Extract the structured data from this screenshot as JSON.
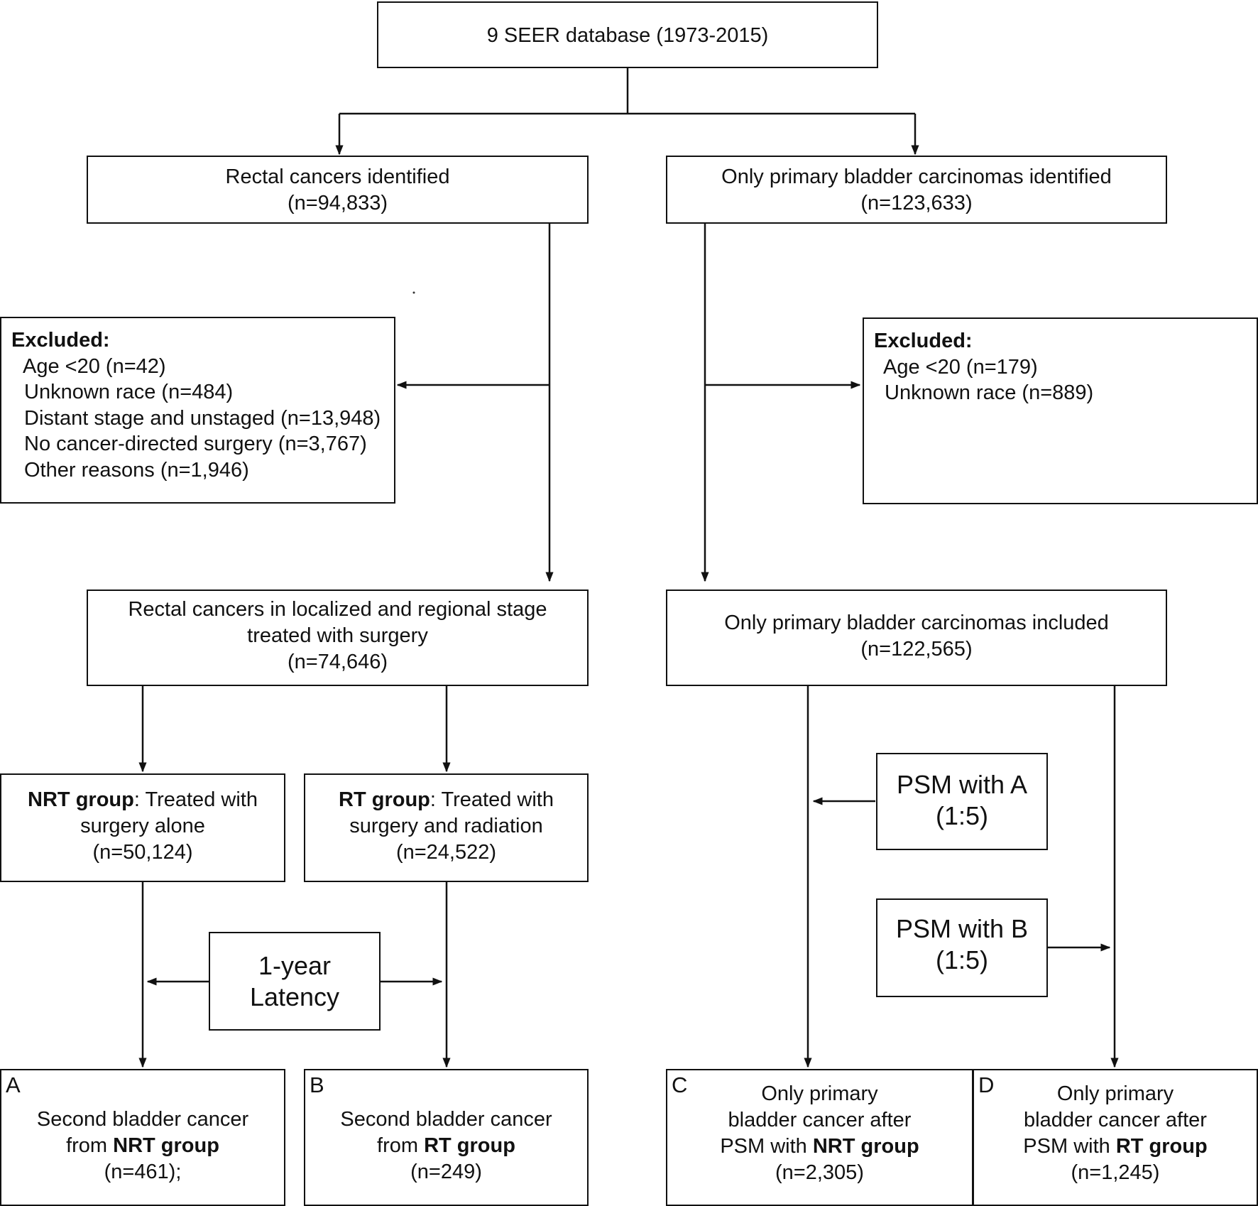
{
  "root": {
    "label": "9 SEER database (1973-2015)"
  },
  "rectal_identified": {
    "line1": "Rectal cancers identified",
    "line2": "(n=94,833)"
  },
  "bladder_identified": {
    "line1": "Only primary bladder carcinomas identified",
    "line2": "(n=123,633)"
  },
  "rectal_excluded": {
    "heading": "Excluded:",
    "items": [
      "Age <20 (n=42)",
      "Unknown race (n=484)",
      "Distant stage and unstaged (n=13,948)",
      "No cancer-directed surgery (n=3,767)",
      "Other reasons (n=1,946)"
    ]
  },
  "bladder_excluded": {
    "heading": "Excluded:",
    "items": [
      "Age <20 (n=179)",
      "Unknown race (n=889)"
    ]
  },
  "rectal_included": {
    "line1": "Rectal cancers in localized and regional stage",
    "line2": "treated with surgery",
    "line3": "(n=74,646)"
  },
  "bladder_included": {
    "line1": "Only primary bladder carcinomas included",
    "line2": "(n=122,565)"
  },
  "nrt_group": {
    "bold": "NRT group",
    "rest": ": Treated with",
    "line2": "surgery alone",
    "line3": "(n=50,124)"
  },
  "rt_group": {
    "bold": "RT group",
    "rest": ": Treated with",
    "line2": "surgery and radiation",
    "line3": "(n=24,522)"
  },
  "latency": {
    "line1": "1-year",
    "line2": "Latency"
  },
  "psm_a": {
    "line1": "PSM with A",
    "line2": "(1:5)"
  },
  "psm_b": {
    "line1": "PSM with B",
    "line2": "(1:5)"
  },
  "result_a": {
    "letter": "A",
    "line1": "Second bladder cancer",
    "line2_pre": "from ",
    "line2_bold": "NRT group",
    "line3": "(n=461);"
  },
  "result_b": {
    "letter": "B",
    "line1": "Second bladder cancer",
    "line2_pre": "from ",
    "line2_bold": "RT group",
    "line3": "(n=249)"
  },
  "result_c": {
    "letter": "C",
    "line1": "Only primary",
    "line2": "bladder cancer after",
    "line3_pre": "PSM with ",
    "line3_bold": "NRT group",
    "line4": "(n=2,305)"
  },
  "result_d": {
    "letter": "D",
    "line1": "Only primary",
    "line2": "bladder cancer after",
    "line3_pre": "PSM with ",
    "line3_bold": "RT group",
    "line4": "(n=1,245)"
  }
}
